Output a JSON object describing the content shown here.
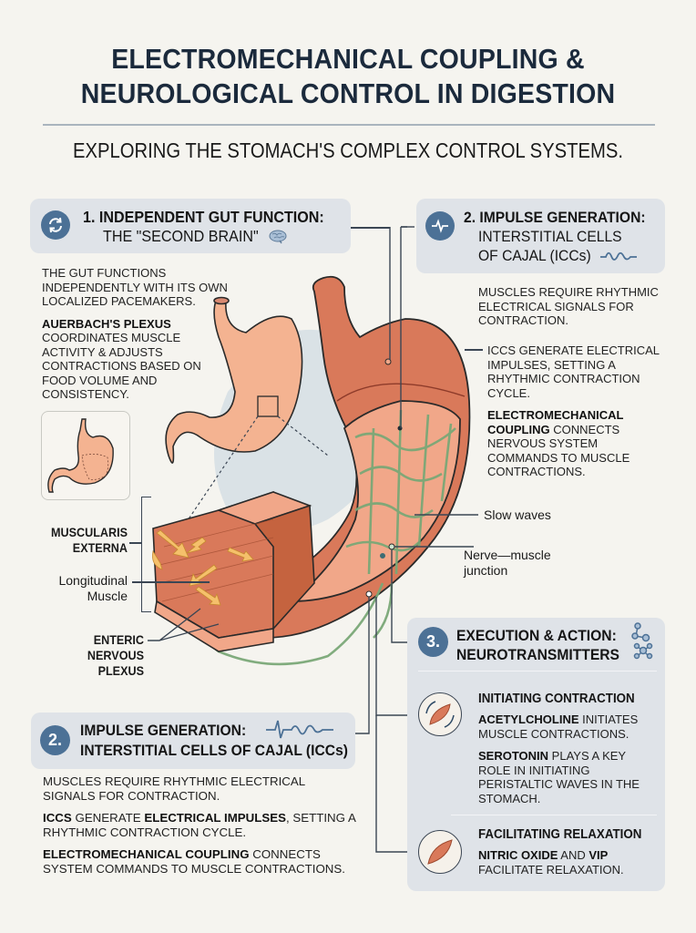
{
  "header": {
    "title_line1": "ELECTROMECHANICAL COUPLING &",
    "title_line2": "NEUROLOGICAL CONTROL IN DIGESTION",
    "subtitle": "EXPLORING THE STOMACH'S COMPLEX CONTROL SYSTEMS."
  },
  "section1": {
    "icon": "cycle-arrows-icon",
    "title_bold": "1. INDEPENDENT GUT FUNCTION:",
    "title_reg": "THE \"SECOND BRAIN\"",
    "title_icon": "brain-icon",
    "para1": "THE GUT FUNCTIONS INDEPENDENTLY WITH ITS OWN LOCALIZED PACEMAKERS.",
    "para2_bold": "AUERBACH'S PLEXUS",
    "para2_rest": "COORDINATES MUSCLE ACTIVITY & ADJUSTS CONTRACTIONS BASED ON FOOD VOLUME AND CONSISTENCY."
  },
  "section2_top": {
    "icon": "pulse-icon",
    "title_bold": "2. IMPULSE GENERATION:",
    "title_reg_line1": "INTERSTITIAL CELLS",
    "title_reg_line2": "OF CAJAL (ICCs)",
    "title_icon": "wave-icon",
    "para1": "MUSCLES REQUIRE RHYTHMIC ELECTRICAL SIGNALS FOR CONTRACTION.",
    "para2": "ICCs GENERATE ELECTRICAL IMPULSES, SETTING A RHYTHMIC CONTRACTION CYCLE.",
    "para3_bold": "ELECTROMECHANICAL COUPLING",
    "para3_rest": "CONNECTS NERVOUS SYSTEM COMMANDS TO MUSCLE CONTRACTIONS."
  },
  "diagram_labels": {
    "muscularis": "MUSCULARIS EXTERNA",
    "longitudinal_line1": "Longitudinal",
    "longitudinal_line2": "Muscle",
    "enteric_line1": "ENTERIC",
    "enteric_line2": "NERVOUS",
    "enteric_line3": "PLEXUS",
    "slow_waves": "Slow waves",
    "nerve_muscle_line1": "Nerve—muscle",
    "nerve_muscle_line2": "junction"
  },
  "section2_bottom": {
    "badge": "2.",
    "title_line1": "IMPULSE GENERATION:",
    "title_line2": "INTERSTITIAL CELLS OF CAJAL (ICCs)",
    "title_icon": "ecg-wave-icon",
    "para1": "MUSCLES REQUIRE RHYTHMIC ELECTRICAL SIGNALS FOR CONTRACTION.",
    "para2_b1": "ICCs",
    "para2_t1": " GENERATE ",
    "para2_b2": "ELECTRICAL IMPULSES",
    "para2_t2": ", SETTING A RHYTHMIC CONTRACTION CYCLE.",
    "para3_bold": "ELECTROMECHANICAL COUPLING",
    "para3_rest": " CONNECTS SYSTEM COMMANDS TO MUSCLE CONTRACTIONS."
  },
  "section3": {
    "badge": "3.",
    "title_line1": "EXECUTION & ACTION:",
    "title_line2": "NEUROTRANSMITTERS",
    "title_icon": "molecule-icon",
    "contraction": {
      "heading": "INITIATING CONTRACTION",
      "p1_bold": "ACETYLCHOLINE",
      "p1_rest": " INITIATES MUSCLE CONTRACTIONS.",
      "p2_bold": "SEROTONIN",
      "p2_rest": " PLAYS A KEY ROLE IN INITIATING PERISTALTIC WAVES IN THE STOMACH."
    },
    "relaxation": {
      "heading": "FACILITATING RELAXATION",
      "p1_bold1": "NITRIC OXIDE",
      "p1_mid": " AND ",
      "p1_bold2": "VIP",
      "p1_rest": " FACILITATE RELAXATION."
    }
  },
  "colors": {
    "background": "#f5f4ef",
    "card": "#dfe3e8",
    "badge": "#4c7196",
    "title": "#1b2a3c",
    "muscle": "#d9795a",
    "stomach": "#f2b08f",
    "nerve": "#86b07f"
  }
}
